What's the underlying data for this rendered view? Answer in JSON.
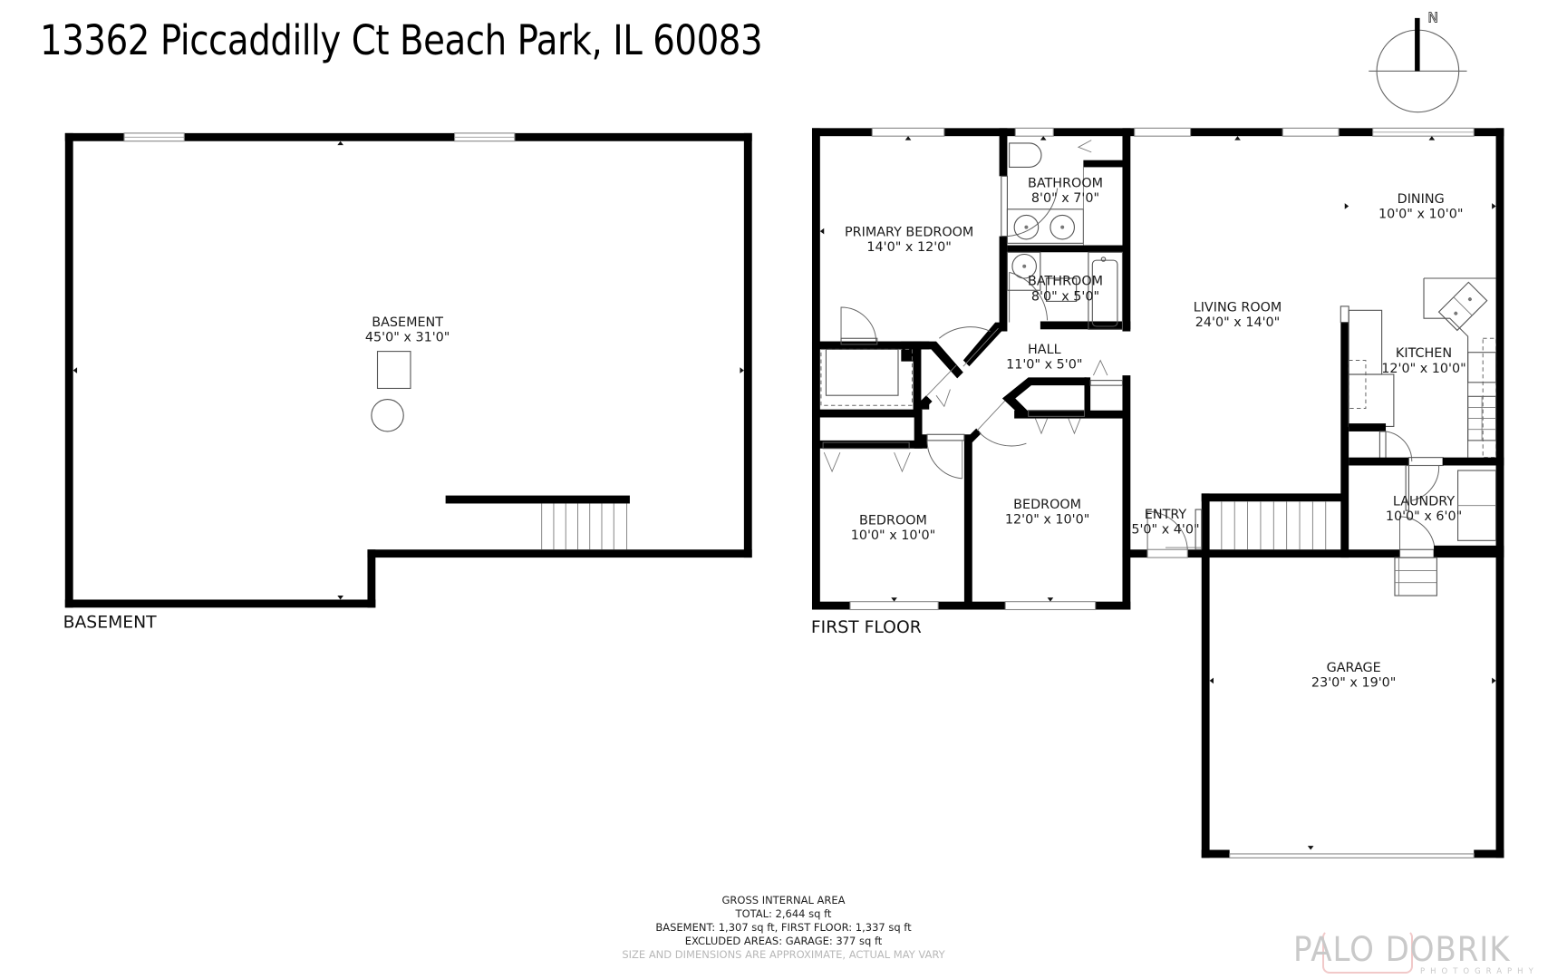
{
  "header": {
    "address": "13362 Piccaddilly Ct Beach Park, IL 60083"
  },
  "compass": {
    "icon": "north-arrow-icon",
    "label": "N"
  },
  "floors": [
    {
      "name": "BASEMENT",
      "rooms": [
        {
          "name": "BASEMENT",
          "dims": "45'0\" x 31'0\""
        }
      ]
    },
    {
      "name": "FIRST FLOOR",
      "rooms": [
        {
          "name": "PRIMARY BEDROOM",
          "dims": "14'0\" x 12'0\""
        },
        {
          "name": "BATHROOM",
          "dims": "8'0\" x 7'0\""
        },
        {
          "name": "BATHROOM",
          "dims": "8'0\" x 5'0\""
        },
        {
          "name": "HALL",
          "dims": "11'0\" x 5'0\""
        },
        {
          "name": "LIVING ROOM",
          "dims": "24'0\" x 14'0\""
        },
        {
          "name": "DINING",
          "dims": "10'0\" x 10'0\""
        },
        {
          "name": "KITCHEN",
          "dims": "12'0\" x 10'0\""
        },
        {
          "name": "BEDROOM",
          "dims": "10'0\" x 10'0\""
        },
        {
          "name": "BEDROOM",
          "dims": "12'0\" x 10'0\""
        },
        {
          "name": "ENTRY",
          "dims": "5'0\" x 4'0\""
        },
        {
          "name": "LAUNDRY",
          "dims": "10'0\" x 6'0\""
        },
        {
          "name": "GARAGE",
          "dims": "23'0\" x 19'0\""
        }
      ]
    }
  ],
  "area_summary": {
    "heading": "GROSS INTERNAL AREA",
    "total": "TOTAL: 2,644 sq ft",
    "breakdown": "BASEMENT: 1,307 sq ft, FIRST FLOOR: 1,337 sq ft",
    "excluded": "EXCLUDED AREAS: GARAGE: 377 sq ft",
    "disclaimer": "SIZE AND DIMENSIONS ARE APPROXIMATE, ACTUAL MAY VARY"
  },
  "branding": {
    "name": "PALO DOBRIK",
    "tagline": "PHOTOGRAPHY",
    "accent_color": "#f1c9c9",
    "text_color": "#c9c9c9"
  },
  "colors": {
    "wall": "#000000",
    "fixture_line": "#555555",
    "background": "#ffffff"
  }
}
